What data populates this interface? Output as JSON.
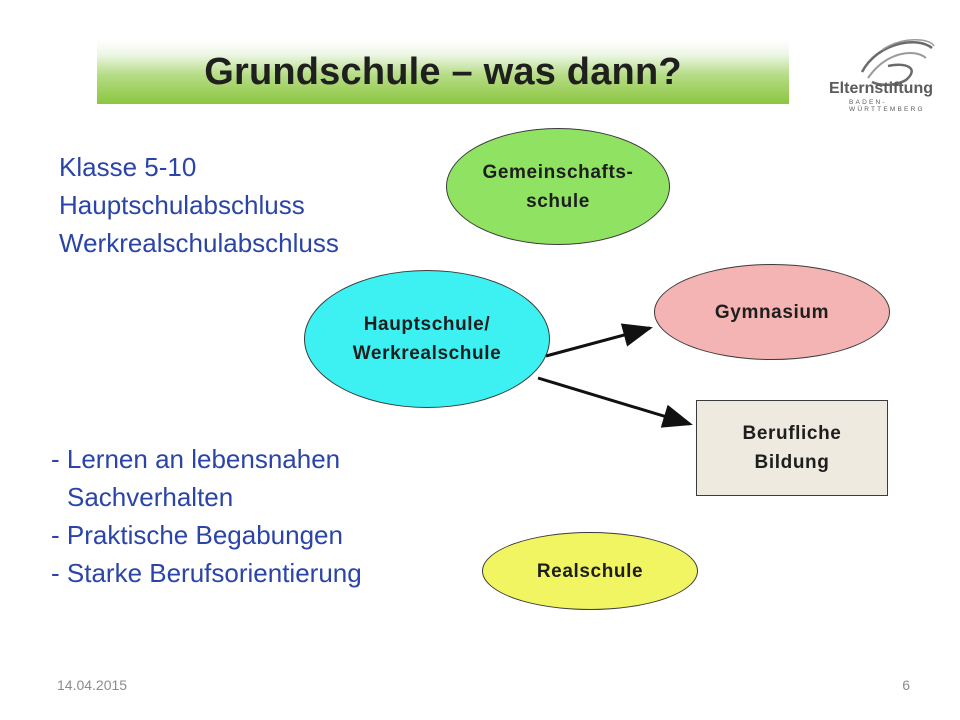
{
  "slide": {
    "title": "Grundschule – was dann?",
    "logo_name": "Elternstiftung",
    "logo_subtitle": "BADEN-WÜRTTEMBERG"
  },
  "left_text": {
    "block1": [
      "Klasse 5-10",
      "Hauptschulabschluss",
      "Werkrealschulabschluss"
    ],
    "block2": [
      "- Lernen an lebensnahen",
      "Sachverhalten",
      "- Praktische Begabungen",
      "- Starke Berufsorientierung"
    ]
  },
  "nodes": {
    "gemeinschaftsschule": "Gemeinschafts-\nschule",
    "hauptschule": "Hauptschule/\nWerkrealschule",
    "gymnasium": "Gymnasium",
    "berufliche_bildung": "Berufliche\nBildung",
    "realschule": "Realschule"
  },
  "footer": {
    "date": "14.04.2015",
    "page": "6"
  },
  "colors": {
    "title_bar": "#8cc63f",
    "text_blue": "#2b44a8",
    "gemeinschaftsschule": "#90e262",
    "hauptschule": "#3df0f2",
    "gymnasium": "#f4b4b4",
    "realschule": "#f2f562",
    "berufliche_bildung": "#efeae0"
  }
}
